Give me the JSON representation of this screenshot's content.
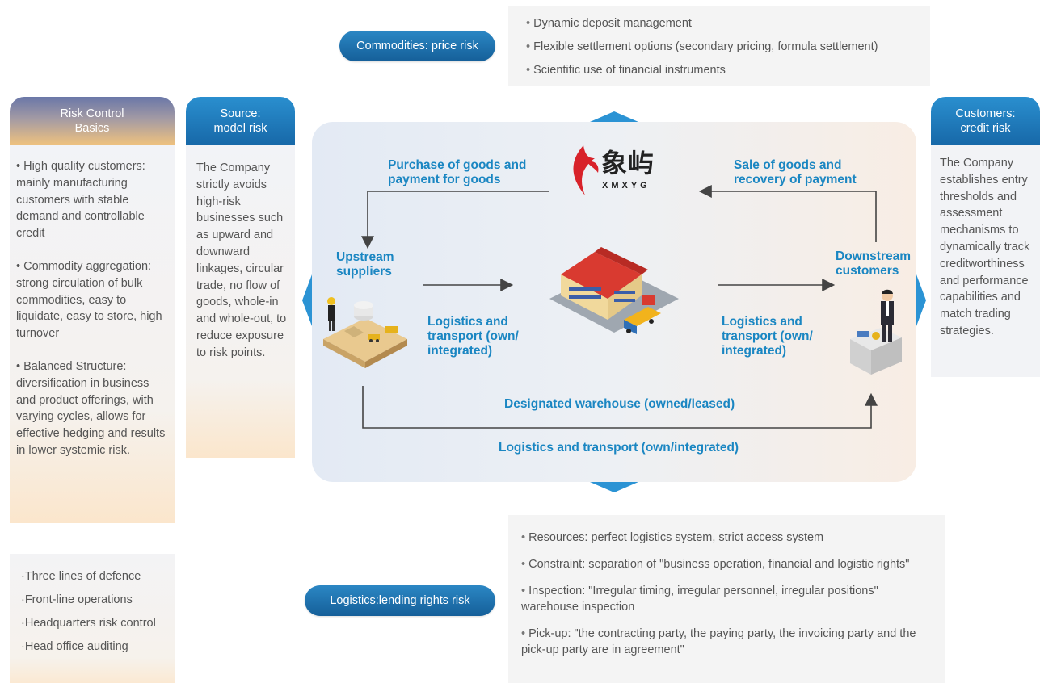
{
  "commodities": {
    "label": "Commodities: price risk",
    "bullets": [
      "Dynamic deposit management",
      "Flexible settlement options (secondary pricing, formula settlement)",
      "Scientific use of financial instruments"
    ]
  },
  "basics": {
    "title_line1": "Risk Control",
    "title_line2": "Basics",
    "items": [
      "• High quality customers: mainly manufacturing customers with stable demand and controllable credit",
      "• Commodity aggregation: strong circulation of bulk commodities, easy to liquidate, easy to store, high turnover",
      "• Balanced Structure: diversification in business and product offerings, with varying cycles, allows for effective hedging and results in lower systemic risk."
    ]
  },
  "source": {
    "title_line1": "Source:",
    "title_line2": "model risk",
    "body": "The Company strictly avoids high-risk businesses such as upward and downward linkages, circular trade, no flow of goods, whole-in and whole-out, to reduce exposure to risk points."
  },
  "customers": {
    "title_line1": "Customers:",
    "title_line2": "credit risk",
    "body": "The Company establishes entry thresholds and assessment mechanisms to dynamically track creditworthiness and performance capabilities and match trading strategies."
  },
  "defence": {
    "items": [
      "·Three lines of defence",
      "·Front-line operations",
      "·Headquarters risk control",
      "·Head office auditing"
    ]
  },
  "logistics": {
    "label": "Logistics:lending rights risk",
    "bullets": [
      "Resources: perfect logistics system, strict access system",
      "Constraint: separation of \"business operation, financial and logistic rights\"",
      "Inspection: \"Irregular timing, irregular personnel, irregular positions\" warehouse inspection",
      "Pick-up: \"the contracting party, the paying party, the invoicing party and the pick-up party are in agreement\""
    ]
  },
  "center": {
    "purchase_line1": "Purchase of goods and",
    "purchase_line2": "payment for goods",
    "sale_line1": "Sale of goods and",
    "sale_line2": "recovery of payment",
    "logo_cn": "象屿",
    "logo_en": "XMXYG",
    "upstream_line1": "Upstream",
    "upstream_line2": "suppliers",
    "downstream_line1": "Downstream",
    "downstream_line2": "customers",
    "logistics_left": [
      "Logistics and",
      "transport (own/",
      "integrated)"
    ],
    "logistics_right": [
      "Logistics and",
      "transport (own/",
      "integrated)"
    ],
    "warehouse": "Designated warehouse (owned/leased)",
    "bottom_logistics": "Logistics and transport (own/integrated)"
  },
  "colors": {
    "accent_blue": "#1a86c2",
    "pill_blue": "#155f99",
    "logo_red": "#d8222a",
    "warm_orange": "#f4c98a"
  }
}
